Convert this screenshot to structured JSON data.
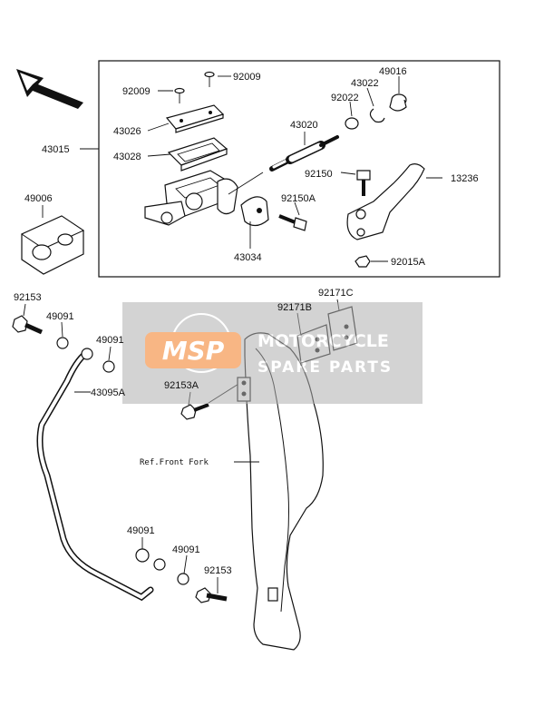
{
  "labels": {
    "p92009_a": "92009",
    "p92009_b": "92009",
    "p43026": "43026",
    "p43028": "43028",
    "p43015": "43015",
    "p43020": "43020",
    "p43022": "43022",
    "p49016": "49016",
    "p92022": "92022",
    "p92150": "92150",
    "p13236": "13236",
    "p92150A": "92150A",
    "p43034": "43034",
    "p92015A": "92015A",
    "p49006": "49006",
    "p92153_a": "92153",
    "p49091_a": "49091",
    "p49091_b": "49091",
    "p43095A": "43095A",
    "p92153A": "92153A",
    "p92171B": "92171B",
    "p92171C": "92171C",
    "ref_front_fork": "Ref.Front Fork",
    "p49091_c": "49091",
    "p49091_d": "49091",
    "p92153_b": "92153"
  },
  "watermark": {
    "logo": "MSP",
    "line1": "MOTORCYCLE",
    "line2": "SPARE PARTS",
    "logo_color": "#f47b20"
  },
  "colors": {
    "line": "#111111",
    "background": "#ffffff",
    "watermark_panel": "#b0b0b0"
  }
}
